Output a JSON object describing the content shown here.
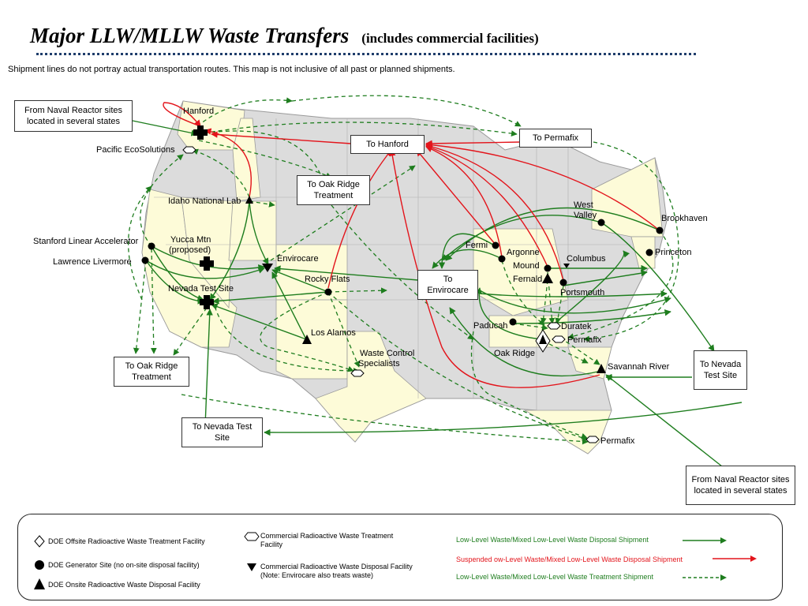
{
  "title": {
    "main": "Major LLW/MLLW Waste Transfers",
    "sub": "(includes commercial facilities)"
  },
  "disclaimer": "Shipment lines do not portray actual transportation routes. This map is not inclusive of all past or planned shipments.",
  "colors": {
    "green": "#1e7d1e",
    "red": "#e3141b",
    "state_shaded": "#fdfbd8",
    "state_gray": "#dcdcdc",
    "state_border": "#9a9a9a"
  },
  "boxes": {
    "naval_west": "From Naval Reactor sites located in several states",
    "to_hanford": "To Hanford",
    "to_permafix": "To Permafix",
    "to_oak_ridge_center": "To Oak Ridge Treatment",
    "to_envirocare": "To Envirocare",
    "to_oak_ridge_west": "To Oak Ridge Treatment",
    "to_nevada_center": "To Nevada Test Site",
    "to_nevada_east": "To Nevada Test Site",
    "naval_east": "From Naval Reactor sites located in several states"
  },
  "sites": {
    "hanford": "Hanford",
    "pacific_ecosolutions": "Pacific EcoSolutions",
    "idaho": "Idaho National Lab",
    "stanford": "Stanford Linear Accelerator",
    "yucca_line1": "Yucca Mtn",
    "yucca_line2": "(proposed)",
    "lawrence": "Lawrence Livermore",
    "envirocare": "Envirocare",
    "nevada": "Nevada Test Site",
    "rocky_flats": "Rocky Flats",
    "los_alamos": "Los Alamos",
    "wcs_line1": "Waste Control",
    "wcs_line2": "Specialists",
    "west_valley_line1": "West",
    "west_valley_line2": "Valley",
    "brookhaven": "Brookhaven",
    "fermi": "Fermi",
    "argonne": "Argonne",
    "columbus": "Columbus",
    "princeton": "Princeton",
    "mound": "Mound",
    "fernald": "Fernald",
    "portsmouth": "Portsmouth",
    "paducah": "Paducah",
    "duratek": "Duratek",
    "permafix_tn": "Permafix",
    "oak_ridge": "Oak Ridge",
    "savannah_river": "Savannah River",
    "permafix_fl": "Permafix"
  },
  "legend": {
    "doe_offsite": "DOE Offsite Radioactive Waste Treatment Facility",
    "doe_generator": "DOE Generator Site (no on-site disposal facility)",
    "doe_onsite": "DOE Onsite Radioactive Waste Disposal Facility",
    "commercial_treatment": "Commercial Radioactive Waste Treatment Facility",
    "commercial_disposal": "Commercial Radioactive Waste Disposal Facility (Note:  Envirocare also treats waste)",
    "line_disposal": "Low-Level Waste/Mixed Low-Level Waste Disposal Shipment",
    "line_suspended": "Suspended ow-Level Waste/Mixed Low-Level Waste Disposal Shipment",
    "line_treatment": "Low-Level Waste/Mixed Low-Level Waste Treatment Shipment"
  }
}
